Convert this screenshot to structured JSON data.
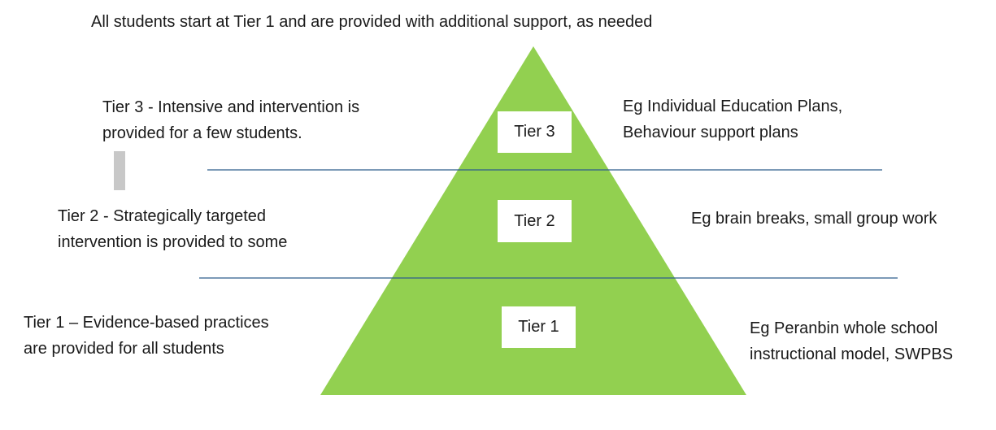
{
  "title": "All students start at Tier 1 and are provided with additional support, as needed",
  "colors": {
    "pyramid_fill": "#92d050",
    "divider_line": "#2e5e8c",
    "label_box": "#ffffff"
  },
  "tiers": [
    {
      "label": "Tier 3",
      "description": [
        "Tier 3 - Intensive and intervention is",
        "provided for a few students."
      ],
      "example": [
        "Eg Individual Education Plans,",
        "Behaviour support plans"
      ]
    },
    {
      "label": "Tier 2",
      "description": [
        "Tier 2 - Strategically targeted",
        "intervention is provided to some"
      ],
      "example": [
        "Eg brain breaks, small group work"
      ]
    },
    {
      "label": "Tier 1",
      "description": [
        "Tier 1 – Evidence-based practices",
        "are provided for all students"
      ],
      "example": [
        "Eg Peranbin whole school",
        "instructional model, SWPBS"
      ]
    }
  ]
}
